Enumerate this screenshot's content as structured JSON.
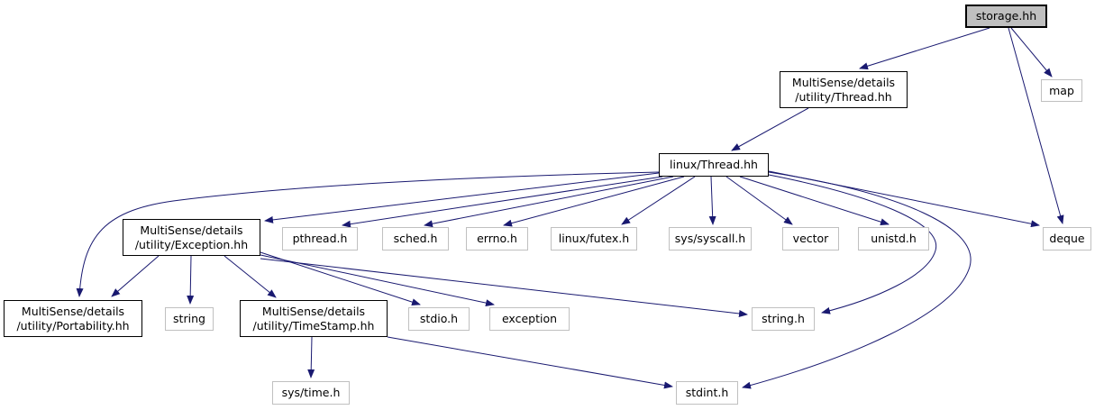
{
  "graph": {
    "type": "include-dependency-graph",
    "colors": {
      "edge": "#191970",
      "external_node_border": "#c0c0c0",
      "project_node_border": "#000000",
      "focus_node_fill": "#bfbfbf",
      "node_fill": "#ffffff",
      "text": "#000000"
    },
    "nodes": [
      {
        "id": "storage",
        "label": "storage.hh",
        "kind": "focus"
      },
      {
        "id": "mthread",
        "label": "MultiSense/details\n/utility/Thread.hh",
        "kind": "project"
      },
      {
        "id": "map",
        "label": "map",
        "kind": "external"
      },
      {
        "id": "lthread",
        "label": "linux/Thread.hh",
        "kind": "project"
      },
      {
        "id": "exception_hh",
        "label": "MultiSense/details\n/utility/Exception.hh",
        "kind": "project"
      },
      {
        "id": "pthread",
        "label": "pthread.h",
        "kind": "external"
      },
      {
        "id": "sched",
        "label": "sched.h",
        "kind": "external"
      },
      {
        "id": "errno",
        "label": "errno.h",
        "kind": "external"
      },
      {
        "id": "futex",
        "label": "linux/futex.h",
        "kind": "external"
      },
      {
        "id": "syscall",
        "label": "sys/syscall.h",
        "kind": "external"
      },
      {
        "id": "vector",
        "label": "vector",
        "kind": "external"
      },
      {
        "id": "unistd",
        "label": "unistd.h",
        "kind": "external"
      },
      {
        "id": "deque",
        "label": "deque",
        "kind": "external"
      },
      {
        "id": "portability",
        "label": "MultiSense/details\n/utility/Portability.hh",
        "kind": "project"
      },
      {
        "id": "string_cls",
        "label": "string",
        "kind": "external"
      },
      {
        "id": "timestamp",
        "label": "MultiSense/details\n/utility/TimeStamp.hh",
        "kind": "project"
      },
      {
        "id": "stdio",
        "label": "stdio.h",
        "kind": "external"
      },
      {
        "id": "exception_std",
        "label": "exception",
        "kind": "external"
      },
      {
        "id": "string_h",
        "label": "string.h",
        "kind": "external"
      },
      {
        "id": "sys_time",
        "label": "sys/time.h",
        "kind": "external"
      },
      {
        "id": "stdint",
        "label": "stdint.h",
        "kind": "external"
      }
    ],
    "edges": [
      {
        "from": "storage.hh",
        "to": "MultiSense/details/utility/Thread.hh"
      },
      {
        "from": "storage.hh",
        "to": "map"
      },
      {
        "from": "storage.hh",
        "to": "deque"
      },
      {
        "from": "MultiSense/details/utility/Thread.hh",
        "to": "linux/Thread.hh"
      },
      {
        "from": "linux/Thread.hh",
        "to": "MultiSense/details/utility/Exception.hh"
      },
      {
        "from": "linux/Thread.hh",
        "to": "pthread.h"
      },
      {
        "from": "linux/Thread.hh",
        "to": "sched.h"
      },
      {
        "from": "linux/Thread.hh",
        "to": "errno.h"
      },
      {
        "from": "linux/Thread.hh",
        "to": "linux/futex.h"
      },
      {
        "from": "linux/Thread.hh",
        "to": "sys/syscall.h"
      },
      {
        "from": "linux/Thread.hh",
        "to": "vector"
      },
      {
        "from": "linux/Thread.hh",
        "to": "unistd.h"
      },
      {
        "from": "linux/Thread.hh",
        "to": "deque"
      },
      {
        "from": "linux/Thread.hh",
        "to": "MultiSense/details/utility/Portability.hh"
      },
      {
        "from": "linux/Thread.hh",
        "to": "string.h"
      },
      {
        "from": "linux/Thread.hh",
        "to": "stdint.h"
      },
      {
        "from": "MultiSense/details/utility/Exception.hh",
        "to": "MultiSense/details/utility/Portability.hh"
      },
      {
        "from": "MultiSense/details/utility/Exception.hh",
        "to": "string"
      },
      {
        "from": "MultiSense/details/utility/Exception.hh",
        "to": "MultiSense/details/utility/TimeStamp.hh"
      },
      {
        "from": "MultiSense/details/utility/Exception.hh",
        "to": "stdio.h"
      },
      {
        "from": "MultiSense/details/utility/Exception.hh",
        "to": "exception"
      },
      {
        "from": "MultiSense/details/utility/Exception.hh",
        "to": "string.h"
      },
      {
        "from": "MultiSense/details/utility/TimeStamp.hh",
        "to": "sys/time.h"
      },
      {
        "from": "MultiSense/details/utility/TimeStamp.hh",
        "to": "stdint.h"
      }
    ]
  }
}
